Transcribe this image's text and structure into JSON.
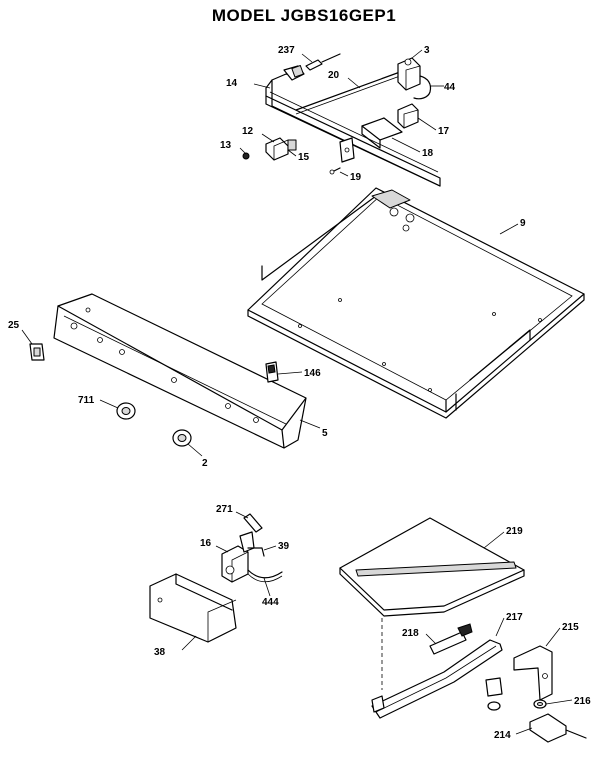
{
  "title": "MODEL JGBS16GEP1",
  "callouts": {
    "p237": "237",
    "p3": "3",
    "p14": "14",
    "p20": "20",
    "p44": "44",
    "p12": "12",
    "p13": "13",
    "p15": "15",
    "p17": "17",
    "p18": "18",
    "p19": "19",
    "p9": "9",
    "p25": "25",
    "p146": "146",
    "p711": "711",
    "p5": "5",
    "p2": "2",
    "p271": "271",
    "p16": "16",
    "p39": "39",
    "p444": "444",
    "p38": "38",
    "p219": "219",
    "p218": "218",
    "p217": "217",
    "p215": "215",
    "p216": "216",
    "p214": "214"
  }
}
